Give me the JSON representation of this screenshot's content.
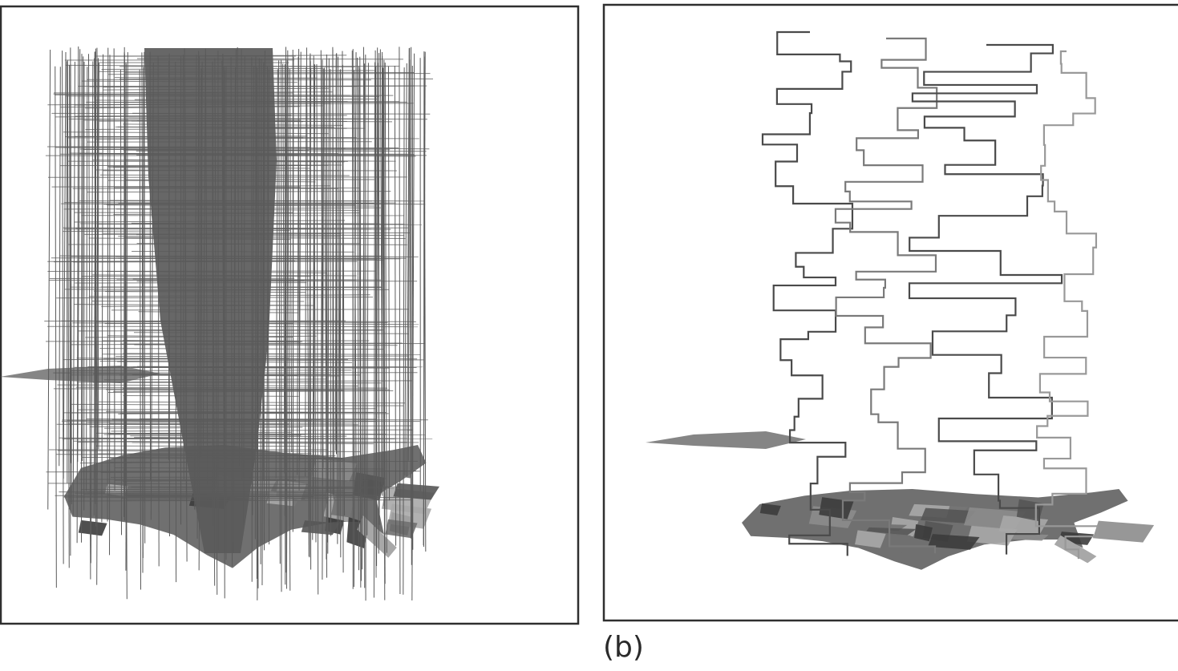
{
  "figure": {
    "caption": "(b)",
    "colors": {
      "frame": "#2f2f2f",
      "dense_lines": "#5a5a5a",
      "trajectory_dark": "#4a4a4a",
      "trajectory_mid": "#7a7a7a",
      "trajectory_light": "#999999",
      "map_dark": "#3c3c3c",
      "map_mid": "#707070",
      "map_light": "#a8a8a8"
    },
    "panels": [
      {
        "name": "left",
        "content": "dense-vertical-line-stack"
      },
      {
        "name": "right",
        "content": "stepped-trajectory-stack"
      }
    ]
  }
}
